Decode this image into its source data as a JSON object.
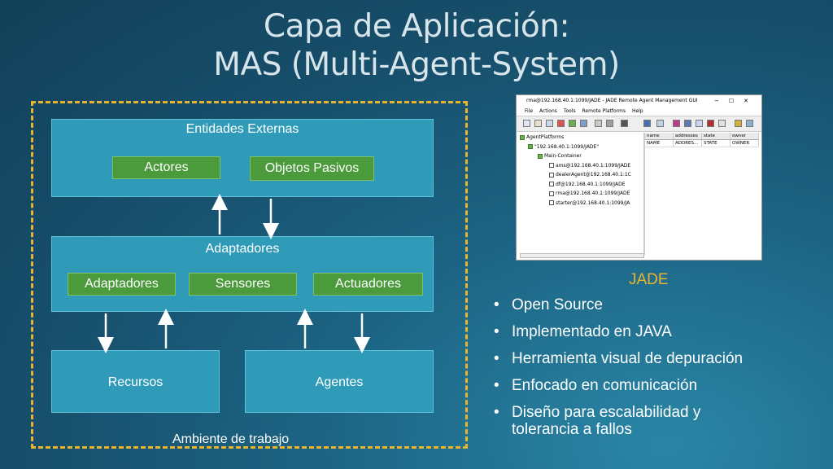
{
  "title": {
    "line1": "Capa de Aplicación:",
    "line2": "MAS (Multi-Agent-System)"
  },
  "diagram": {
    "environment_label": "Ambiente de trabajo",
    "external": {
      "label": "Entidades Externas",
      "items": [
        "Actores",
        "Objetos Pasivos"
      ]
    },
    "adapters": {
      "label": "Adaptadores",
      "items": [
        "Adaptadores",
        "Sensores",
        "Actuadores"
      ]
    },
    "resources": "Recursos",
    "agents": "Agentes",
    "colors": {
      "panel": "#2f9bb9",
      "green": "#4b9b3c",
      "dashed_border": "#e9b42e"
    }
  },
  "jade_window": {
    "title": "rma@192.168.40.1:1099/JADE - JADE Remote Agent Management GUI",
    "menu": [
      "File",
      "Actions",
      "Tools",
      "Remote Platforms",
      "Help"
    ],
    "tree": [
      "AgentPlatforms",
      "\"192.168.40.1:1099/JADE\"",
      "Main-Container",
      "ams@192.168.40.1:1099/JADE",
      "dealerAgent@192.168.40.1:1C",
      "df@192.168.40.1:1099/JADE",
      "rma@192.168.40.1:1099/JADE",
      "starter@192.168.40.1:1099/JA"
    ],
    "table_headers": [
      "name",
      "addresses",
      "state",
      "owner"
    ],
    "table_row": [
      "NAME",
      "ADDRES...",
      "STATE",
      "OWNER"
    ]
  },
  "jade_info": {
    "heading": "JADE",
    "bullets": [
      "Open Source",
      "Implementado en JAVA",
      "Herramienta visual de depuración",
      "Enfocado en comunicación",
      "Diseño para escalabilidad y tolerancia a fallos"
    ]
  }
}
